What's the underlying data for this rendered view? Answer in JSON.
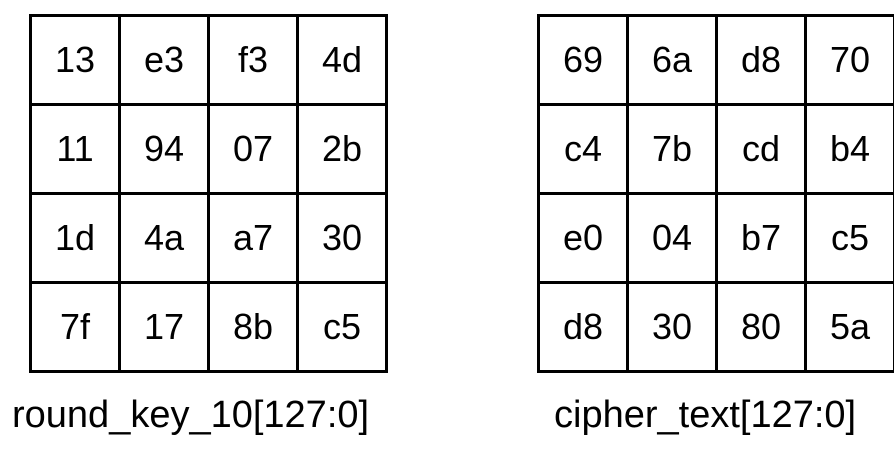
{
  "round_key": {
    "label": "round_key_10[127:0]",
    "rows": [
      [
        "13",
        "e3",
        "f3",
        "4d"
      ],
      [
        "11",
        "94",
        "07",
        "2b"
      ],
      [
        "1d",
        "4a",
        "a7",
        "30"
      ],
      [
        "7f",
        "17",
        "8b",
        "c5"
      ]
    ]
  },
  "cipher_text": {
    "label": "cipher_text[127:0]",
    "rows": [
      [
        "69",
        "6a",
        "d8",
        "70"
      ],
      [
        "c4",
        "7b",
        "cd",
        "b4"
      ],
      [
        "e0",
        "04",
        "b7",
        "c5"
      ],
      [
        "d8",
        "30",
        "80",
        "5a"
      ]
    ]
  }
}
